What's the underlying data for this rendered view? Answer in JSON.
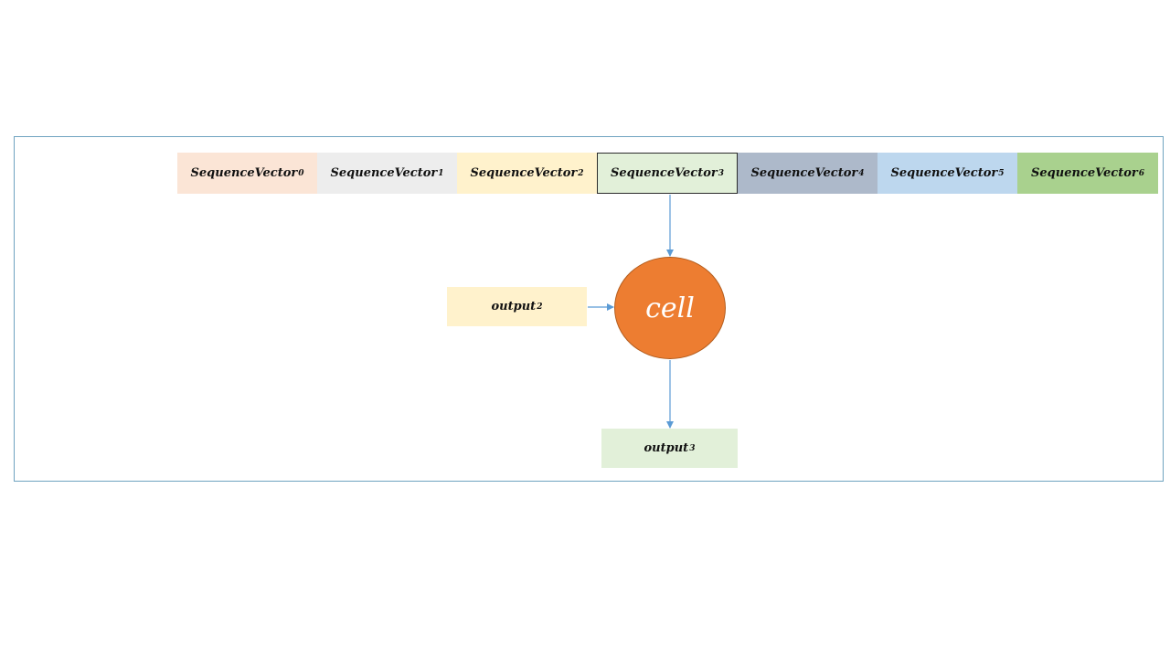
{
  "sequence_vectors": [
    {
      "base": "SequenceVector",
      "sub": "0",
      "color": "#fbe5d6"
    },
    {
      "base": "SequenceVector",
      "sub": "1",
      "color": "#ededed"
    },
    {
      "base": "SequenceVector",
      "sub": "2",
      "color": "#fff2cc"
    },
    {
      "base": "SequenceVector",
      "sub": "3",
      "color": "#e2f0d9"
    },
    {
      "base": "SequenceVector",
      "sub": "4",
      "color": "#adb9ca"
    },
    {
      "base": "SequenceVector",
      "sub": "5",
      "color": "#bdd7ee"
    },
    {
      "base": "SequenceVector",
      "sub": "6",
      "color": "#a9d18e"
    }
  ],
  "selected_index": 3,
  "cell": {
    "label": "cell",
    "color": "#ed7d31"
  },
  "input_output": {
    "base": "output",
    "sub": "2",
    "color": "#fff2cc"
  },
  "result_output": {
    "base": "output",
    "sub": "3",
    "color": "#e2f0d9"
  },
  "colors": {
    "frame": "#6fa3c0",
    "arrow": "#5b9bd5"
  }
}
